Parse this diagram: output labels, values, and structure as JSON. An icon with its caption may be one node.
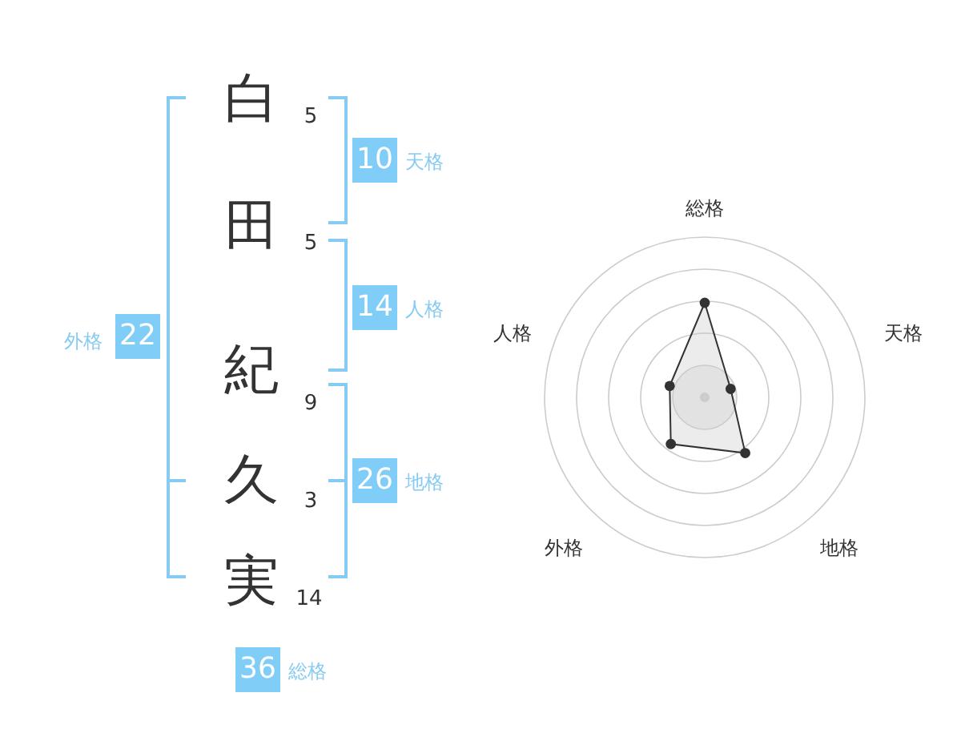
{
  "diagram": {
    "nodes": [
      {
        "text": [
          "22"
        ],
        "beside": [
          "外格"
        ]
      },
      {
        "text": [
          "10"
        ],
        "beside": [
          "天格"
        ]
      },
      {
        "text": [
          "14"
        ],
        "beside": [
          "人格"
        ]
      },
      {
        "text": [
          "26"
        ],
        "beside": [
          "地格"
        ]
      },
      {
        "text": [
          "36"
        ],
        "beside": [
          "総格"
        ]
      }
    ],
    "labels": [
      "白",
      "5",
      "田",
      "5",
      "紀",
      "9",
      "久",
      "3",
      "実",
      "14",
      "総格",
      "人格",
      "天格",
      "外格",
      "地格"
    ]
  }
}
